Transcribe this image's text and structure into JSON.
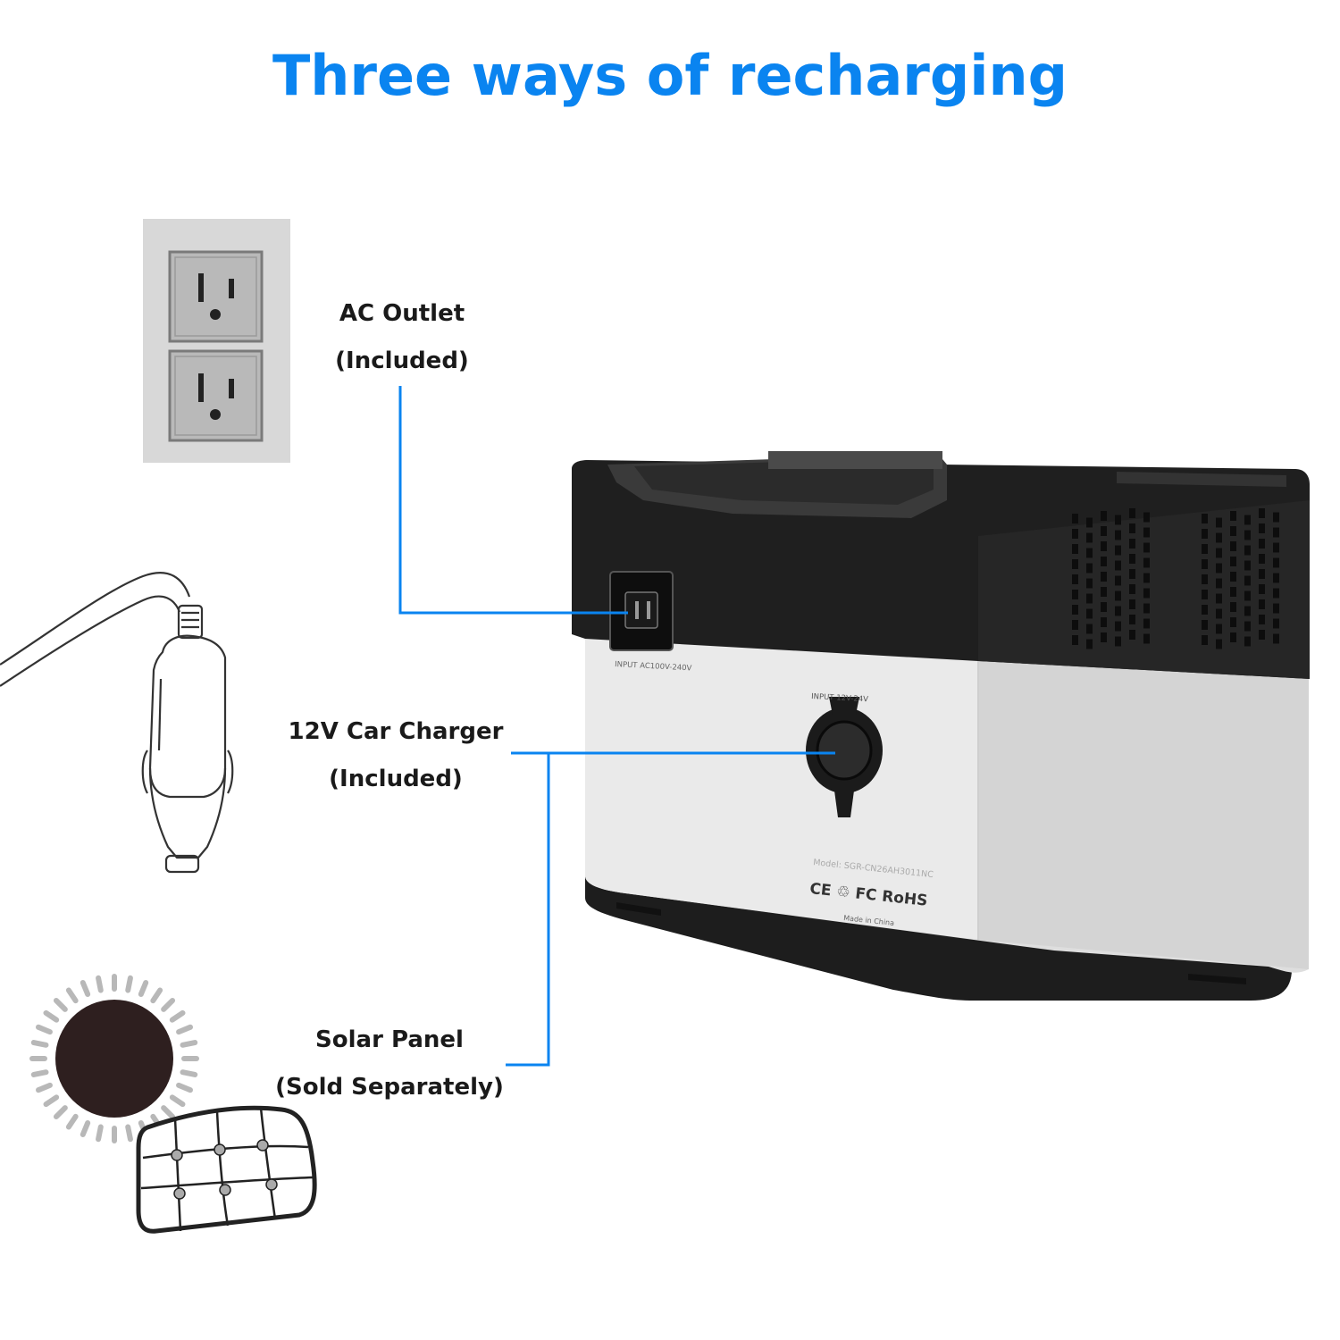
{
  "title": "Three ways of recharging",
  "colors": {
    "accent": "#0a84f0",
    "product_dark": "#1c1c1c",
    "product_silver": "#e3e3e3",
    "outlet_gray": "#b9b9b9"
  },
  "methods": [
    {
      "name": "AC Outlet",
      "note": "(Included)",
      "icon": "wall-outlet-icon"
    },
    {
      "name": "12V Car Charger",
      "note": "(Included)",
      "icon": "car-charger-icon"
    },
    {
      "name": "Solar Panel",
      "note": "(Sold Separately)",
      "icon": "solar-panel-icon"
    }
  ],
  "product": {
    "ac_port_label": "INPUT  AC100V-240V",
    "dc_port_label": "INPUT  12V-24V",
    "model_text": "Model: SGR-CN26AH3011NC",
    "cert_marks": "CE ♲ FC RoHS",
    "made_in": "Made in China"
  }
}
